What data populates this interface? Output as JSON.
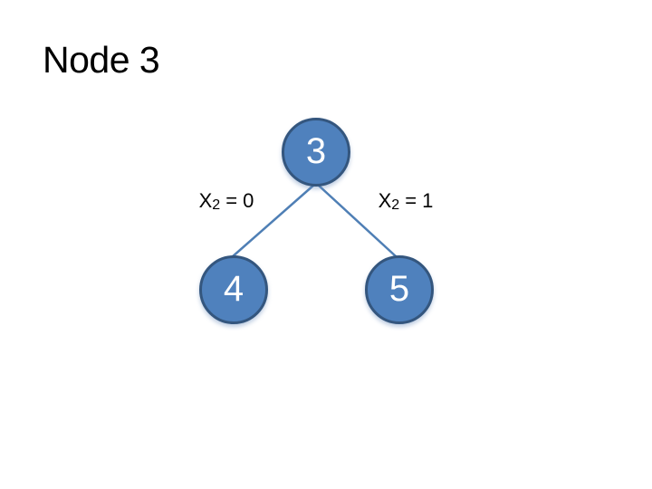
{
  "slide": {
    "title": "Node 3"
  },
  "tree": {
    "root": {
      "label": "3"
    },
    "branches": [
      {
        "edge_label_base": "X",
        "edge_label_sub": "2",
        "edge_label_eq": "= 0",
        "node_label": "4"
      },
      {
        "edge_label_base": "X",
        "edge_label_sub": "2",
        "edge_label_eq": "= 1",
        "node_label": "5"
      }
    ]
  },
  "colors": {
    "node_fill": "#4f81bd",
    "node_border": "#34567e",
    "node_text": "#ffffff",
    "edge_color": "#4f7fb5",
    "label_text": "#000000"
  }
}
